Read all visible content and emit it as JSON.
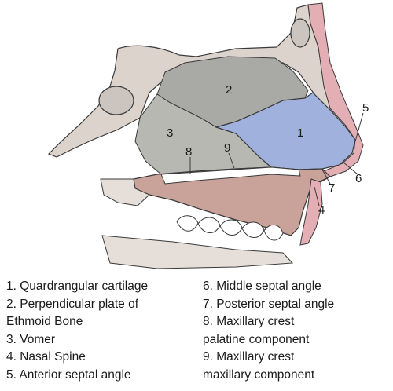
{
  "diagram": {
    "markers": [
      {
        "num": "1",
        "text": "Quardrangular cartilage"
      },
      {
        "num": "2",
        "text": "Perpendicular plate of\nEthmoid Bone"
      },
      {
        "num": "3",
        "text": "Vomer"
      },
      {
        "num": "4",
        "text": "Nasal Spine"
      },
      {
        "num": "5",
        "text": "Anterior septal angle"
      },
      {
        "num": "6",
        "text": "Middle septal angle"
      },
      {
        "num": "7",
        "text": "Posterior septal angle"
      },
      {
        "num": "8",
        "text": "Maxillary crest\npalatine component"
      },
      {
        "num": "9",
        "text": "Maxillary crest\nmaxillary component"
      }
    ]
  },
  "legend": {
    "left": [
      "1. Quardrangular cartilage",
      "2. Perpendicular plate of\nEthmoid Bone",
      "3. Vomer",
      "4. Nasal Spine",
      "5. Anterior septal angle"
    ],
    "right": [
      "6. Middle septal angle",
      "7. Posterior septal angle",
      "8. Maxillary crest\npalatine component",
      "9. Maxillary crest\nmaxillary component"
    ]
  },
  "colors": {
    "cartilage": "#9fb1dc",
    "ethmoid": "#a9a9a6",
    "vomer": "#b8b8b3",
    "bone": "#c9a29a",
    "skin": "#e3aeb4",
    "line": "#3a3a3a"
  }
}
